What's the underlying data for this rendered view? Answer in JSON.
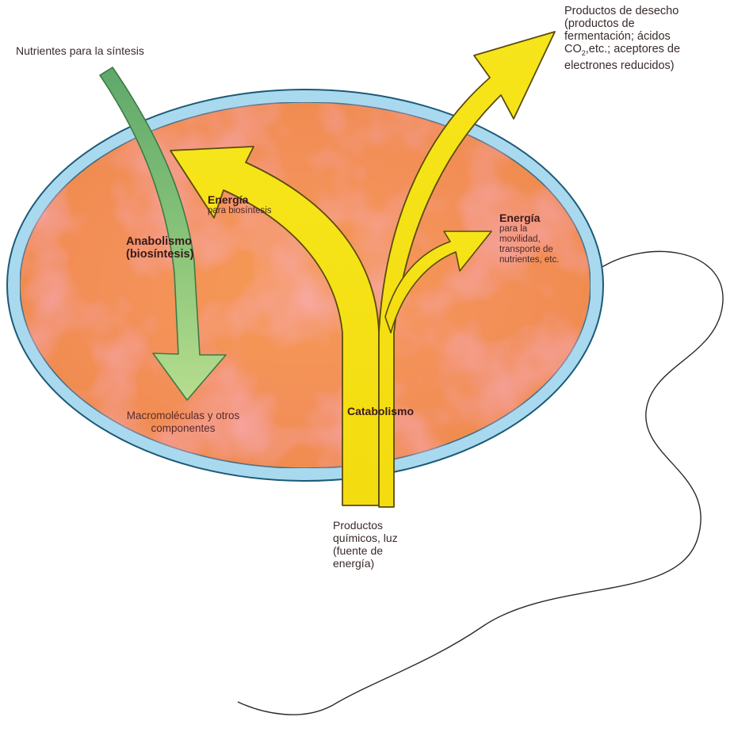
{
  "labels": {
    "nutrients": "Nutrientes para la síntesis",
    "waste_title": "Productos de desecho",
    "waste_line2": "(productos de",
    "waste_line3": "fermentación; ácidos",
    "waste_co": "CO",
    "waste_sub": "2",
    "waste_line4_rest": ",etc.; aceptores de",
    "waste_line5": "electrones reducidos)",
    "energy_biosynthesis_title": "Energía",
    "energy_biosynthesis_sub": "para biosíntesis",
    "anabolism": "Anabolismo\n(biosíntesis)",
    "energy_motility_title": "Energía",
    "energy_motility_sub": "para la\nmovilidad,\ntransporte de\nnutrientes, etc.",
    "macromolecules": "Macromoléculas y otros\ncomponentes",
    "catabolism": "Catabolismo",
    "source": "Productos\nquímicos, luz\n(fuente de\nenergía)"
  },
  "colors": {
    "cell_fill": "#f49a4a",
    "cell_wall": "#a8d8ec",
    "catabolic_arrow": "#f4e31a",
    "anabolic_arrow": "#8ec77a",
    "flagellum": "#2a2a2a"
  }
}
